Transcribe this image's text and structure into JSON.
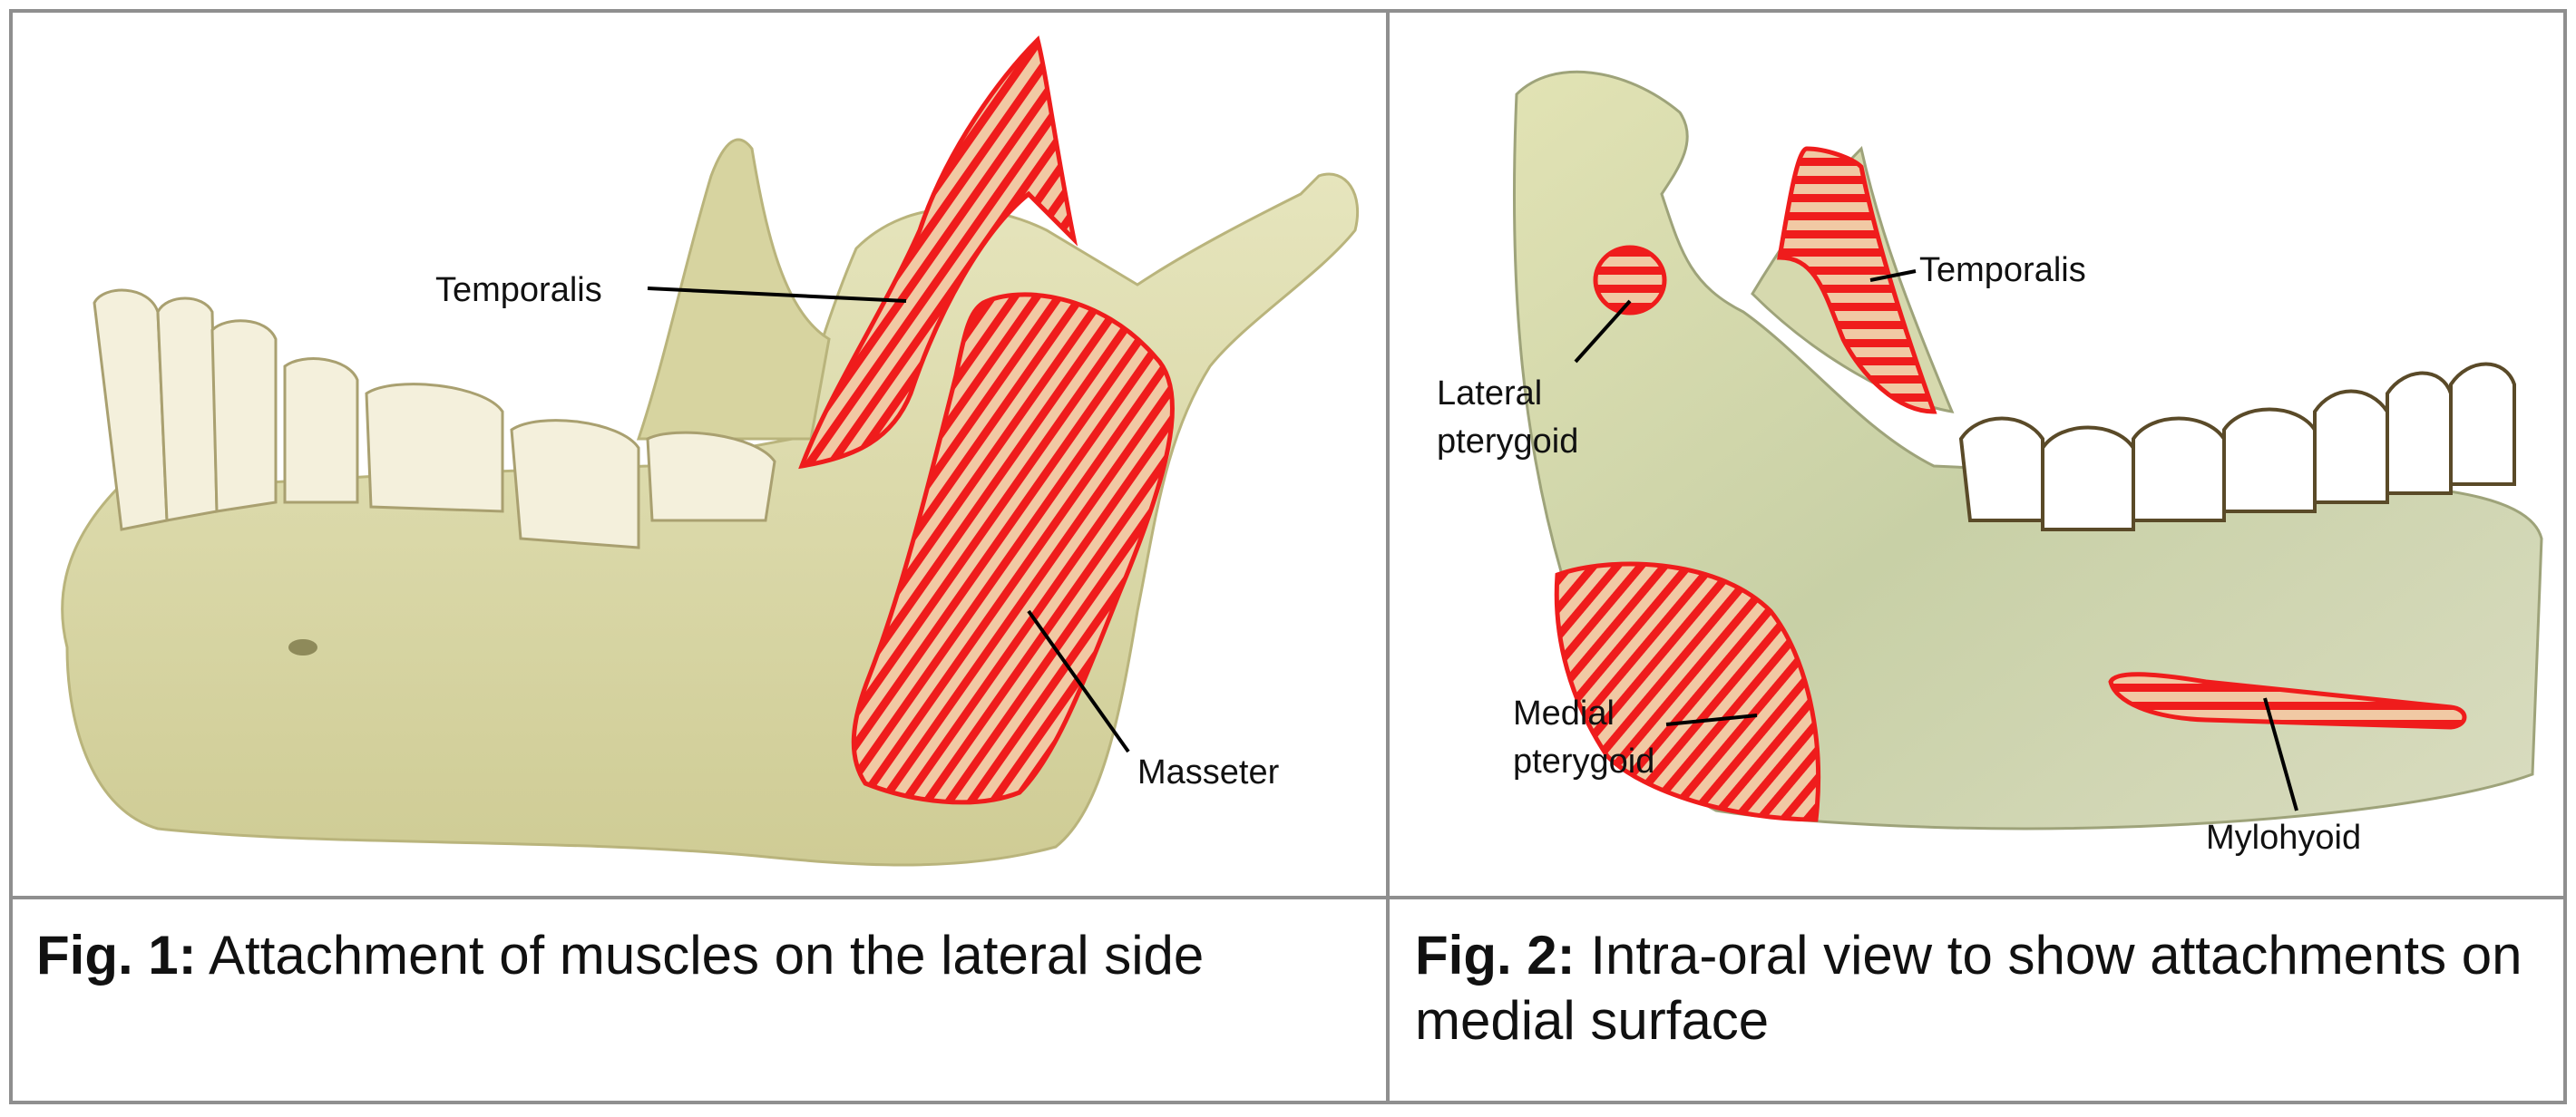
{
  "figures": [
    {
      "caption_prefix": "Fig. 1:",
      "caption_text": "Attachment of muscles on the lateral side",
      "labels": {
        "temporalis": "Temporalis",
        "masseter": "Masseter"
      }
    },
    {
      "caption_prefix": "Fig. 2:",
      "caption_text": "Intra-oral view to show attachments on medial surface",
      "labels": {
        "temporalis": "Temporalis",
        "lateral_pterygoid_1": "Lateral",
        "lateral_pterygoid_2": "pterygoid",
        "medial_pterygoid_1": "Medial",
        "medial_pterygoid_2": "pterygoid",
        "mylohyoid": "Mylohyoid"
      }
    }
  ],
  "colors": {
    "bone": "#e3e2b6",
    "bone_shade": "#c9c68f",
    "muscle_stripe": "#ef1c1c",
    "border": "#8f8f8f"
  }
}
